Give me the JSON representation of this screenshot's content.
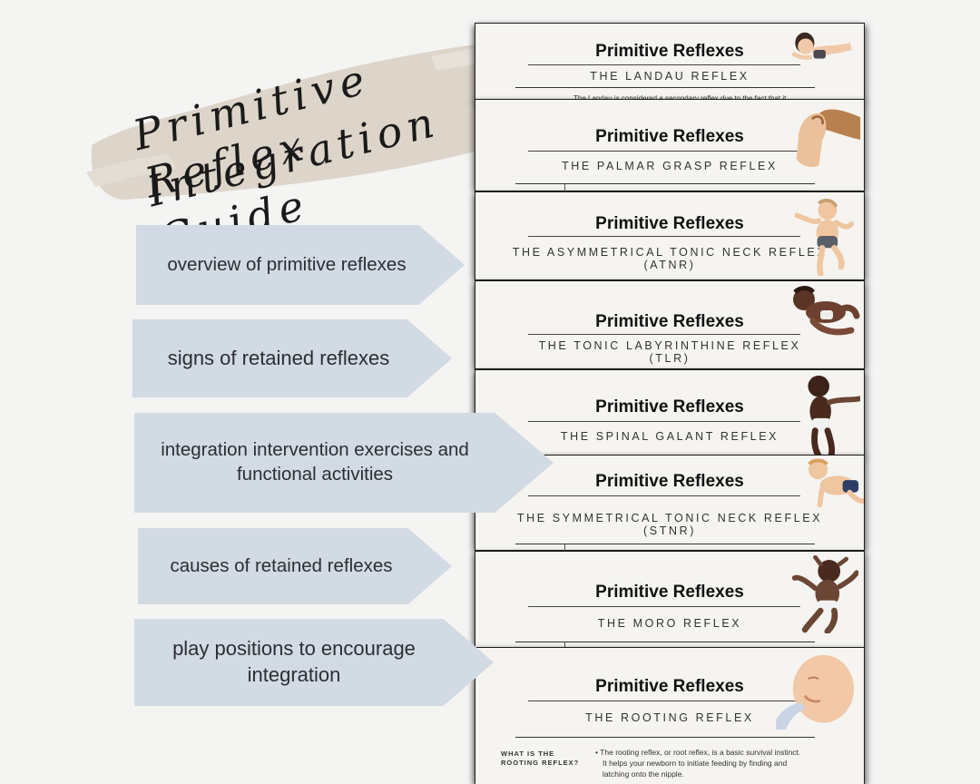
{
  "guide": {
    "title_line1": "Primitive Reflex",
    "title_line2": "Integration Guide"
  },
  "topics": [
    {
      "label": "overview of primitive reflexes"
    },
    {
      "label": "signs of retained reflexes"
    },
    {
      "label": "integration intervention exercises and functional activities"
    },
    {
      "label": "causes of retained reflexes"
    },
    {
      "label": "play positions to encourage integration"
    }
  ],
  "cards": [
    {
      "heading": "Primitive Reflexes",
      "reflex": "THE LANDAU REFLEX",
      "snippet": "The Landau is considered a secondary reflex due to the fact that it"
    },
    {
      "heading": "Primitive Reflexes",
      "reflex": "THE PALMAR GRASP REFLEX"
    },
    {
      "heading": "Primitive Reflexes",
      "reflex": "THE ASYMMETRICAL TONIC NECK REFLEX",
      "abbr": "(ATNR)"
    },
    {
      "heading": "Primitive Reflexes",
      "reflex": "THE TONIC LABYRINTHINE REFLEX",
      "abbr": "(TLR)"
    },
    {
      "heading": "Primitive Reflexes",
      "reflex": "THE SPINAL GALANT REFLEX"
    },
    {
      "heading": "Primitive Reflexes",
      "reflex": "THE SYMMETRICAL TONIC NECK REFLEX",
      "abbr": "(STNR)"
    },
    {
      "heading": "Primitive Reflexes",
      "reflex": "THE MORO REFLEX"
    },
    {
      "heading": "Primitive Reflexes",
      "reflex": "THE ROOTING REFLEX",
      "question_line1": "WHAT IS THE",
      "question_line2": "ROOTING REFLEX?",
      "body_line1": "• The rooting reflex, or root reflex, is a basic survival instinct.",
      "body_line2": "It helps your newborn to initiate feeding by finding and",
      "body_line3": "latching onto the nipple."
    }
  ],
  "colors": {
    "arrow_fill": "#d2dae3",
    "brush": "#ddd4ca",
    "card_bg": "#f6f4f1"
  }
}
